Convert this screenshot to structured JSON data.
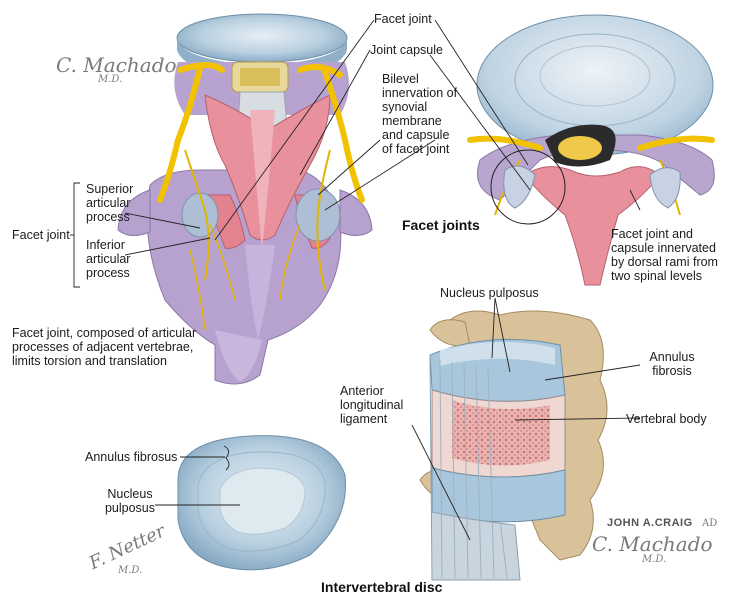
{
  "labels": {
    "facet_joint_top": "Facet joint",
    "joint_capsule": "Joint capsule",
    "bilevel": "Bilevel innervation of synovial membrane and capsule of facet joint",
    "superior_articular": "Superior articular process",
    "facet_joint_left": "Facet joint",
    "inferior_articular": "Inferior articular process",
    "facet_joints_title": "Facet joints",
    "capsule_innervated": "Facet joint and capsule innervated by dorsal rami from two spinal levels",
    "facet_description": "Facet joint, composed of articular processes of adjacent vertebrae, limits torsion and translation",
    "nucleus_pulposus_right": "Nucleus pulposus",
    "annulus_fibrosis": "Annulus fibrosis",
    "anterior_ligament": "Anterior longitudinal ligament",
    "vertebral_body": "Vertebral body",
    "annulus_fibrosus": "Annulus fibrosus",
    "nucleus_pulposus_left": "Nucleus pulposus",
    "intervertebral_disc_title": "Intervertebral disc"
  },
  "signatures": {
    "machado_top": "C. Machado",
    "machado_top_md": "M.D.",
    "craig": "JOHN A.CRAIG",
    "craig_ad": "AD",
    "machado_bottom": "C. Machado",
    "machado_bottom_md": "M.D.",
    "netter": "F. Netter",
    "netter_md": "M.D."
  },
  "colors": {
    "bone_purple": "#b9a6cf",
    "bone_pink": "#e58a95",
    "disc_blue": "#a9c7dc",
    "nerve_yellow": "#f2c200",
    "marrow_red": "#e0a0a0",
    "bone_tan": "#d9c29a"
  }
}
